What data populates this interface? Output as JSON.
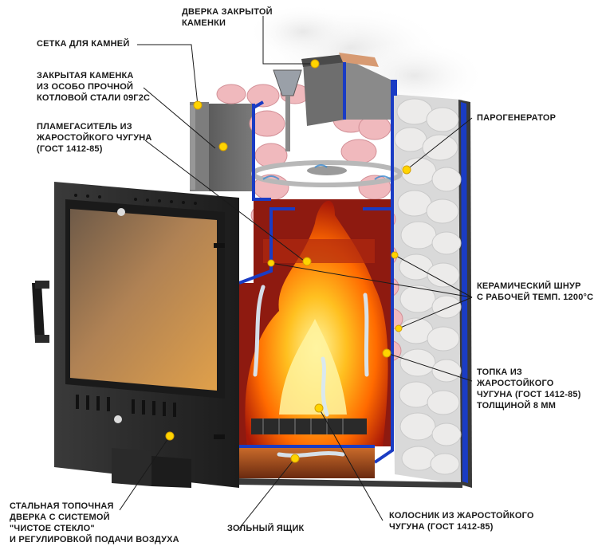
{
  "labels": {
    "door_top": [
      "ДВЕРКА ЗАКРЫТОЙ",
      "КАМЕНКИ"
    ],
    "stone_net": [
      "СЕТКА ДЛЯ КАМНЕЙ"
    ],
    "closed_heater": [
      "ЗАКРЫТАЯ КАМЕНКА",
      "ИЗ ОСОБО ПРОЧНОЙ",
      "КОТЛОВОЙ СТАЛИ 09Г2С"
    ],
    "flame_damper": [
      "ПЛАМЕГАСИТЕЛЬ ИЗ",
      "ЖАРОСТОЙКОГО ЧУГУНА",
      "(ГОСТ 1412-85)"
    ],
    "steam_gen": [
      "ПАРОГЕНЕРАТОР"
    ],
    "ceramic_cord": [
      "КЕРАМИЧЕСКИЙ ШНУР",
      "С РАБОЧЕЙ ТЕМП. 1200°С"
    ],
    "firebox": [
      "ТОПКА ИЗ",
      "ЖАРОСТОЙКОГО",
      "ЧУГУНА (ГОСТ 1412-85)",
      "ТОЛЩИНОЙ 8 ММ"
    ],
    "fire_door": [
      "СТАЛЬНАЯ ТОПОЧНАЯ",
      "ДВЕРКА С СИСТЕМОЙ",
      "\"ЧИСТОЕ СТЕКЛО\"",
      "И РЕГУЛИРОВКОЙ ПОДАЧИ ВОЗДУХА"
    ],
    "ash_box": [
      "ЗОЛЬНЫЙ ЯЩИК"
    ],
    "grate": [
      "КОЛОСНИК ИЗ ЖАРОСТОЙКОГО",
      "ЧУГУНА (ГОСТ 1412-85)"
    ]
  },
  "colors": {
    "marker": "#ffd400",
    "outline": "#1a3cc4",
    "fire": "#ff7a00",
    "stones_pink": "#f0b9bd",
    "stones_white": "#ecebea"
  }
}
